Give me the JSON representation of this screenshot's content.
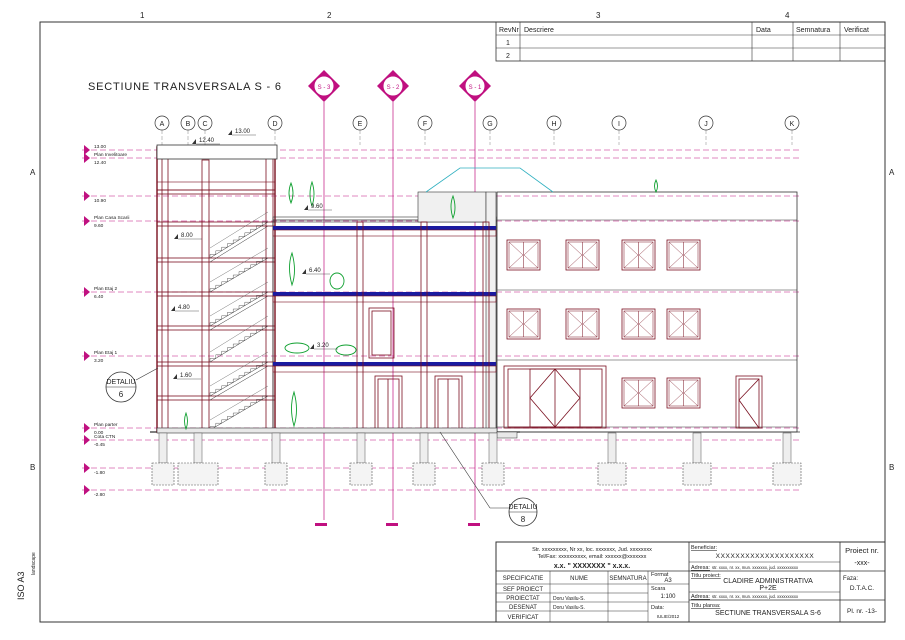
{
  "sheet": {
    "border_numbers": [
      "1",
      "2",
      "3",
      "4"
    ],
    "border_letters": [
      "A",
      "B"
    ],
    "iso_label": "ISO A3",
    "iso_sub": "landscape"
  },
  "revision_table": {
    "headers": [
      "RevNr",
      "Descriere",
      "Data",
      "Semnatura",
      "Verificat"
    ],
    "rows": [
      "1",
      "2"
    ]
  },
  "drawing": {
    "title": "SECTIUNE TRANSVERSALA S - 6",
    "section_markers": [
      "S - 3",
      "S - 2",
      "S - 1"
    ],
    "grid_axes": [
      "A",
      "B",
      "C",
      "D",
      "E",
      "F",
      "G",
      "H",
      "I",
      "J",
      "K"
    ],
    "level_labels": [
      {
        "name": "13.00",
        "value": ""
      },
      {
        "name": "Plan Invelitoare",
        "value": "12.40"
      },
      {
        "name": "",
        "value": "10.90"
      },
      {
        "name": "Plan Casa Scarii",
        "value": "9.60"
      },
      {
        "name": "Plan Etaj 2",
        "value": "6.40"
      },
      {
        "name": "Plan Etaj 1",
        "value": "3.20"
      },
      {
        "name": "Plan parter",
        "value": "0.00"
      },
      {
        "name": "Cota CTN",
        "value": "-0.45"
      },
      {
        "name": "",
        "value": "-1.80"
      },
      {
        "name": "",
        "value": "-2.80"
      }
    ],
    "elevation_tags": [
      "13.00",
      "12.40",
      "9.60",
      "8.00",
      "6.40",
      "4.80",
      "3.20",
      "1.60"
    ],
    "details": [
      {
        "label": "DETALIU",
        "number": "6"
      },
      {
        "label": "DETALIU",
        "number": "8"
      }
    ]
  },
  "title_block": {
    "address_line1": "Str. xxxxxxxxx, Nr xx, loc. xxxxxxx, Jud. xxxxxxxx",
    "address_line2": "Tel/Fax: xxxxxxxxxx, email: xxxxxx@xxxxxxx",
    "company": "x.x. \" XXXXXXX \" x.x.x.",
    "beneficiar_label": "Beneficiar:",
    "beneficiar_value": "XXXXXXXXXXXXXXXXXXXX",
    "adresa_label": "Adresa:",
    "adresa_value": "str. xxxx, nr. xx, mun. xxxxxxx, jud. xxxxxxxxxx",
    "titlu_proiect_label": "Titlu proiect:",
    "titlu_proiect_value1": "CLADIRE ADMINISTRATIVA",
    "titlu_proiect_value2": "P+2E",
    "adresa2_value": "str. xxxx, nr. xx, mun. xxxxxxx, jud. xxxxxxxxxx",
    "titlu_plansa_label": "Titlu plansa:",
    "titlu_plansa_value": "SECTIUNE TRANSVERSALA S-6",
    "proiect_nr_label": "Proiect nr.",
    "proiect_nr_value": "-xxx-",
    "faza_label": "Faza:",
    "faza_value": "D.T.A.C.",
    "pl_nr": "Pl. nr. -13-",
    "col_specificatie": "SPECIFICATIE",
    "col_nume": "NUME",
    "col_semnatura": "SEMNATURA",
    "format_label": "Format",
    "format_value": "A3",
    "scara_label": "Scara",
    "scara_value": "1:100",
    "data_label": "Data:",
    "data_value": "IULIE/2012",
    "roles": [
      {
        "role": "SEF PROIECT",
        "name": ""
      },
      {
        "role": "PROIECTAT",
        "name": "Doru Vasilu-S."
      },
      {
        "role": "DESENAT",
        "name": "Doru Vasilu-S."
      },
      {
        "role": "VERIFICAT",
        "name": ""
      }
    ]
  },
  "colors": {
    "magenta": "#c01080",
    "structure": "#7a1020",
    "slab_blue": "#1a1aa0",
    "plant_green": "#10a030",
    "roof_cyan": "#30b0c0"
  }
}
